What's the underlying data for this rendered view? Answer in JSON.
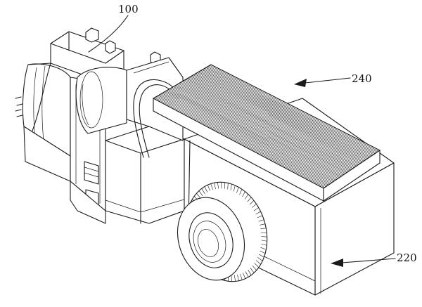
{
  "labels": {
    "part_100": "100",
    "part_240": "240",
    "part_220": "220"
  },
  "colors": {
    "line": "#1a1a1a",
    "background": "#ffffff"
  }
}
